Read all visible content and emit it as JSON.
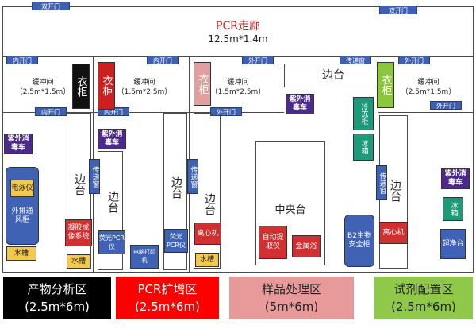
{
  "corridor": {
    "name": "PCR走廊",
    "size": "12.5m*1.4m"
  },
  "doors": {
    "double_door": "双开门",
    "inner_door": "内开门",
    "outer_door": "外开门",
    "pass_window": "传递窗"
  },
  "rooms": {
    "buffer": "缓冲间",
    "buffer1_size": "（2.5m*1.5m）",
    "buffer2_size": "（1.5m*2.5m）",
    "buffer3_size": "（1.5m*2.5m）",
    "buffer4_size": "（2.5m*1.5m）"
  },
  "equipment": {
    "wardrobe": "衣柜",
    "uv_cart": "紫外消毒车",
    "electrophoresis": "电泳仪",
    "exhaust_cabinet": "外排通风柜",
    "sink": "水槽",
    "gel_imaging": "凝胶成像系统",
    "bench": "边台",
    "fluor_pcr": "荧光PCR仪",
    "computer_printer": "电脑打印机",
    "centrifuge": "离心机",
    "auto_extractor": "自动提取仪",
    "metal_bath": "金属浴",
    "central_bench": "中央台",
    "freezer": "冷冻柜",
    "fridge": "冰箱",
    "b2_cabinet": "B2生物安全柜",
    "clean_bench": "超净台"
  },
  "legend": [
    {
      "name": "产物分析区",
      "size": "(2.5m*6m)"
    },
    {
      "name": "PCR扩增区",
      "size": "(2.5m*6m)"
    },
    {
      "name": "样品处理区",
      "size": "(5m*6m)"
    },
    {
      "name": "试剂配置区",
      "size": "(2.5m*6m)"
    }
  ],
  "colors": {
    "door_blue": "#3f5fb0",
    "uv_purple": "#4b2a8c",
    "equip_blue": "#3f62b4",
    "yellow": "#f2c94c",
    "red": "#d23030",
    "pink": "#e6a5a5",
    "teal": "#1e9a7a",
    "green": "#8cc63f",
    "zone1": "#000000",
    "zone2": "#ff0000",
    "zone3": "#e89a9a",
    "zone4": "#90c84a"
  }
}
